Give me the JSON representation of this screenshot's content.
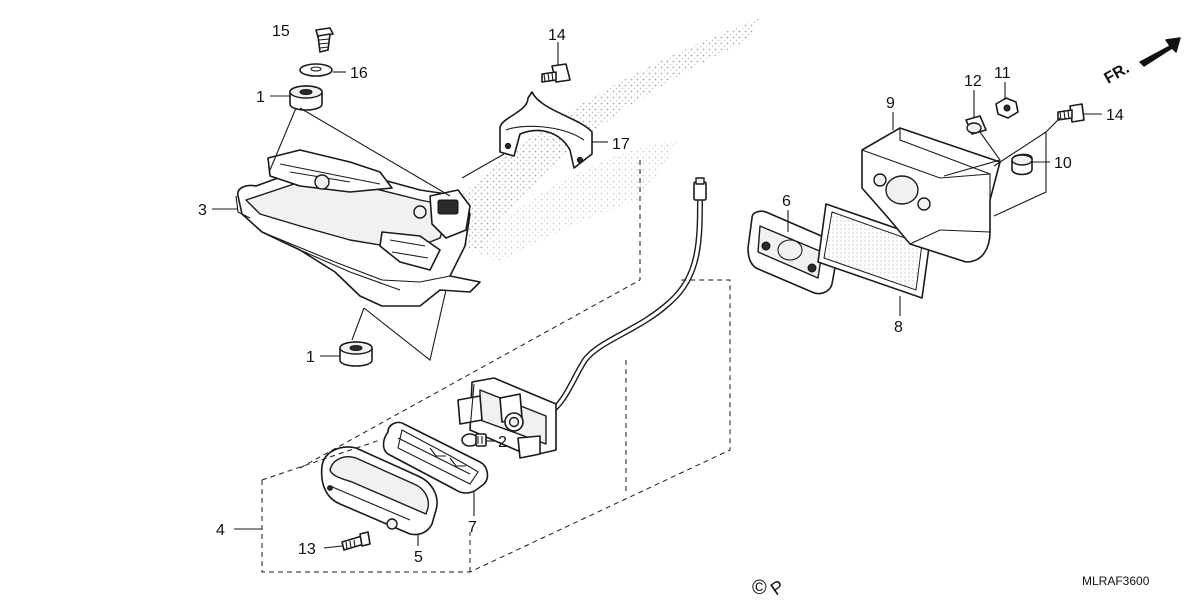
{
  "diagram": {
    "front_indicator": "FR.",
    "drawing_code": "MLRAF3600",
    "watermark_symbol": "©",
    "watermark_text": "P",
    "callouts": [
      {
        "id": "c15",
        "label": "15"
      },
      {
        "id": "c16",
        "label": "16"
      },
      {
        "id": "c1a",
        "label": "1"
      },
      {
        "id": "c3",
        "label": "3"
      },
      {
        "id": "c1b",
        "label": "1"
      },
      {
        "id": "c14a",
        "label": "14"
      },
      {
        "id": "c17",
        "label": "17"
      },
      {
        "id": "c2",
        "label": "2"
      },
      {
        "id": "c7",
        "label": "7"
      },
      {
        "id": "c4",
        "label": "4"
      },
      {
        "id": "c13",
        "label": "13"
      },
      {
        "id": "c5",
        "label": "5"
      },
      {
        "id": "c6",
        "label": "6"
      },
      {
        "id": "c8",
        "label": "8"
      },
      {
        "id": "c9",
        "label": "9"
      },
      {
        "id": "c12",
        "label": "12"
      },
      {
        "id": "c11",
        "label": "11"
      },
      {
        "id": "c14b",
        "label": "14"
      },
      {
        "id": "c10",
        "label": "10"
      }
    ]
  }
}
